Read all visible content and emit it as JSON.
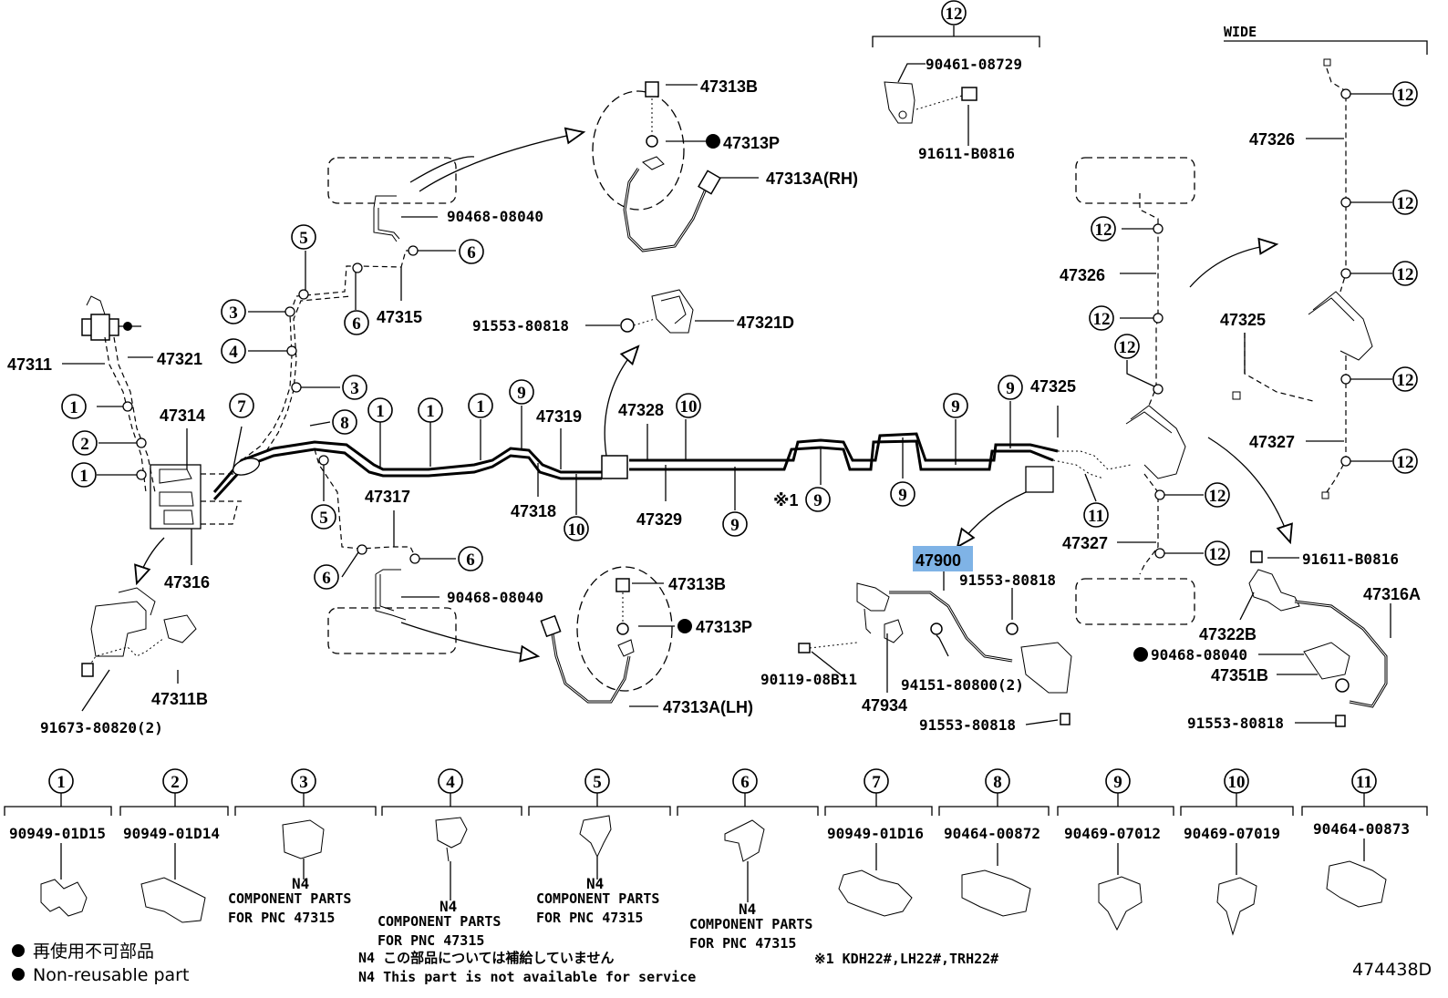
{
  "diagram_id": "474438D",
  "part_labels": {
    "p47311": "47311",
    "p47321": "47321",
    "p47314": "47314",
    "p47316": "47316",
    "p47311B": "47311B",
    "p91673": "91673-80820(2)",
    "p47315": "47315",
    "p90468a": "90468-08040",
    "p90468b": "90468-08040",
    "p47313B_top": "47313B",
    "p47313P_top": "47313P",
    "p47313A_rh": "47313A(RH)",
    "p91553_top": "91553-80818",
    "p47321D": "47321D",
    "p47319": "47319",
    "p47318": "47318",
    "p47328": "47328",
    "p47329": "47329",
    "p47317": "47317",
    "p47313B_bot": "47313B",
    "p47313P_bot": "47313P",
    "p47313A_lh": "47313A(LH)",
    "p90461": "90461-08729",
    "p91611_top": "91611-B0816",
    "p47325_main": "47325",
    "p47326_mid": "47326",
    "p47327_mid": "47327",
    "p47900": "47900",
    "p91553_m1": "91553-80818",
    "p90119": "90119-08B11",
    "p47934": "47934",
    "p94151": "94151-80800(2)",
    "p91553_m2": "91553-80818",
    "p47326_wide": "47326",
    "p47325_wide": "47325",
    "p47327_wide": "47327",
    "p91611_r": "91611-B0816",
    "p47316A": "47316A",
    "p47322B": "47322B",
    "p90468_r": "90468-08040",
    "p47351B": "47351B",
    "p91553_r": "91553-80818"
  },
  "wide_label": "WIDE",
  "note_x1": "※1",
  "callouts": {
    "c1": "1",
    "c2": "2",
    "c3": "3",
    "c4": "4",
    "c5": "5",
    "c6": "6",
    "c7": "7",
    "c8": "8",
    "c9": "9",
    "c10": "10",
    "c11": "11",
    "c12": "12"
  },
  "clamps": [
    {
      "num": "1",
      "part": "90949-01D15"
    },
    {
      "num": "2",
      "part": "90949-01D14"
    },
    {
      "num": "3",
      "part": "",
      "n4": "N4",
      "comp1": "COMPONENT PARTS",
      "comp2": "FOR PNC 47315"
    },
    {
      "num": "4",
      "part": "",
      "n4": "N4",
      "comp1": "COMPONENT PARTS",
      "comp2": "FOR PNC 47315"
    },
    {
      "num": "5",
      "part": "",
      "n4": "N4",
      "comp1": "COMPONENT PARTS",
      "comp2": "FOR PNC 47315"
    },
    {
      "num": "6",
      "part": "",
      "n4": "N4",
      "comp1": "COMPONENT PARTS",
      "comp2": "FOR PNC 47315"
    },
    {
      "num": "7",
      "part": "90949-01D16"
    },
    {
      "num": "8",
      "part": "90464-00872"
    },
    {
      "num": "9",
      "part": "90469-07012"
    },
    {
      "num": "10",
      "part": "90469-07019"
    },
    {
      "num": "11",
      "part": "90464-00873"
    }
  ],
  "legend": {
    "jp_nonreusable": "再使用不可部品",
    "en_nonreusable": "Non-reusable part",
    "n4_jp": "N4 この部品については補給していません",
    "n4_en": "N4 This part is not available for service",
    "footnote": "※1 KDH22#,LH22#,TRH22#"
  }
}
